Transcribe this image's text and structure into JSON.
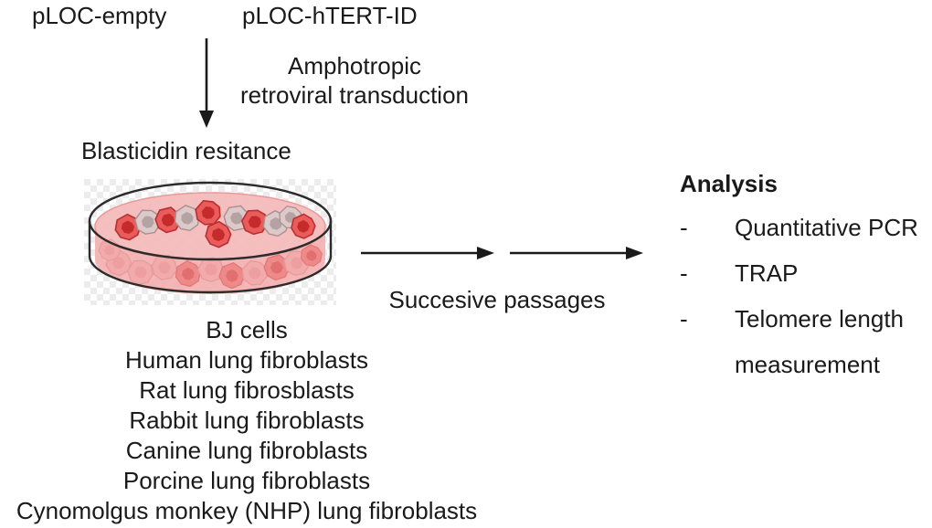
{
  "figure": {
    "vectors": {
      "empty_label": "pLOC-empty",
      "htert_label": "pLOC-hTERT-ID"
    },
    "transduction_caption": {
      "line1": "Amphotropic",
      "line2": "retroviral transduction"
    },
    "selection_label": "Blasticidin resitance",
    "passages_label": "Succesive passages",
    "analysis": {
      "title": "Analysis",
      "bullet": "-",
      "items": [
        "Quantitative PCR",
        "TRAP",
        "Telomere length measurement"
      ]
    },
    "cell_types": [
      "BJ cells",
      "Human lung fibroblasts",
      "Rat lung fibrosblasts",
      "Rabbit lung fibroblasts",
      "Canine lung fibroblasts",
      "Porcine lung fibroblasts",
      "Cynomolgus monkey (NHP) lung fibroblasts"
    ],
    "icons": {
      "down_arrow": "svg-arrow-down",
      "right_arrow_1": "svg-arrow-right",
      "right_arrow_2": "svg-arrow-right",
      "petri_dish": "svg-petri-dish-with-cells"
    },
    "palette": {
      "text": "#1a1a1a",
      "media_pink": "#f5bcbc",
      "media_front": "#f3aeae",
      "cell_red": "#ea5b5b",
      "cell_red_nucleus": "#c62b2b",
      "cell_gray": "#ddc9c9",
      "cell_gray_nucleus": "#b5a3a3",
      "checker_gray": "#ececec",
      "outline": "#2b2b2b"
    }
  }
}
